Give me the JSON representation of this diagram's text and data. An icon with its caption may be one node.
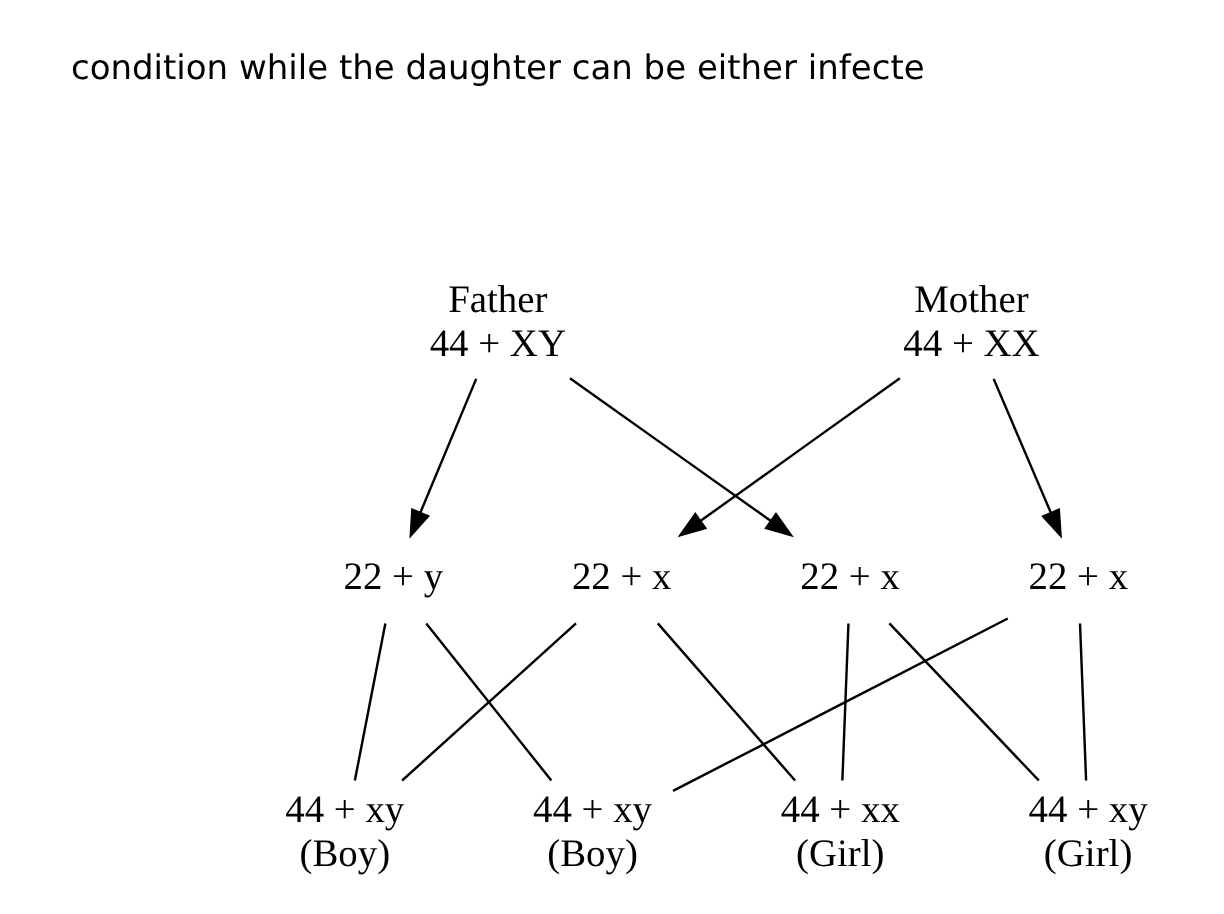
{
  "diagram": {
    "nodes": [
      {
        "text": [
          "Father",
          "44 + XY"
        ]
      },
      {
        "text": [
          "Mother",
          "44 + XX"
        ]
      },
      {
        "text": [
          "22 + x"
        ]
      },
      {
        "text": [
          "22 + y"
        ]
      },
      {
        "text": [
          "22 + x"
        ]
      },
      {
        "text": [
          "22 + x"
        ]
      },
      {
        "text": [
          "44 + xx",
          "(Girl)"
        ]
      },
      {
        "text": [
          "44 + xy",
          "(Boy)"
        ]
      },
      {
        "text": [
          "44 + xy",
          "(Girl)"
        ]
      },
      {
        "text": [
          "44 + xy",
          "(Boy)"
        ]
      }
    ],
    "edges": [
      {
        "from": 0,
        "to": 2,
        "arrow": "to"
      },
      {
        "from": 0,
        "to": 3,
        "arrow": "to"
      },
      {
        "from": 1,
        "to": 4,
        "arrow": "to"
      },
      {
        "from": 1,
        "to": 5,
        "arrow": "to"
      },
      {
        "from": 2,
        "to": 6,
        "arrow": "none"
      },
      {
        "from": 2,
        "to": 8,
        "arrow": "none"
      },
      {
        "from": 3,
        "to": 7,
        "arrow": "none"
      },
      {
        "from": 3,
        "to": 9,
        "arrow": "none"
      },
      {
        "from": 4,
        "to": 6,
        "arrow": "none"
      },
      {
        "from": 4,
        "to": 7,
        "arrow": "none"
      },
      {
        "from": 5,
        "to": 9,
        "arrow": "none"
      },
      {
        "from": 5,
        "to": 8,
        "arrow": "none"
      }
    ],
    "labels": [
      "condition while the daughter can be either infecte"
    ]
  }
}
